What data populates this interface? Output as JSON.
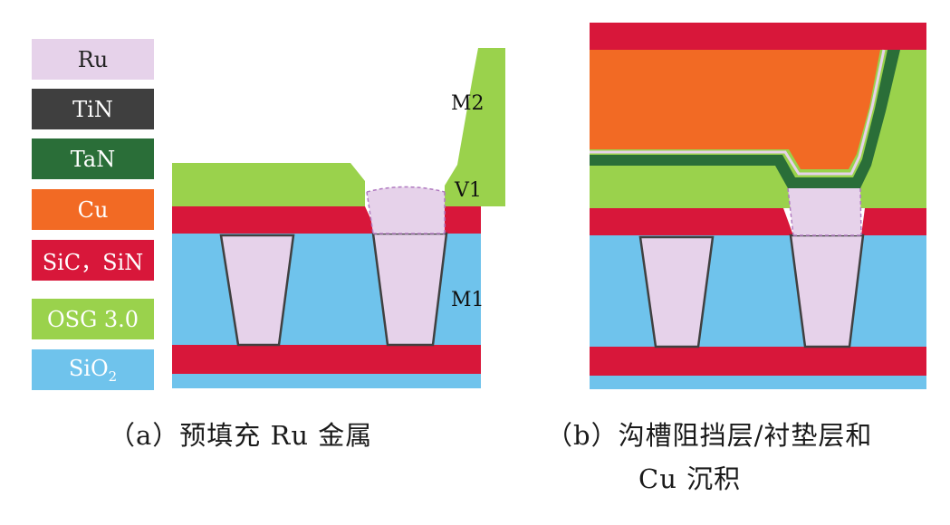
{
  "colors": {
    "ru": "#e6d2ea",
    "tin": "#3f3f3f",
    "tan": "#2a6e38",
    "cu": "#f26a24",
    "sic_sin": "#d8173a",
    "osg": "#9ad24c",
    "sio2": "#6fc3ec",
    "outline": "#404040"
  },
  "legend": [
    {
      "key": "ru",
      "label": "Ru",
      "sub": "",
      "color": "#e6d2ea",
      "text_color": "#222222"
    },
    {
      "key": "tin",
      "label": "TiN",
      "sub": "",
      "color": "#3f3f3f",
      "text_color": "#ffffff"
    },
    {
      "key": "tan",
      "label": "TaN",
      "sub": "",
      "color": "#2a6e38",
      "text_color": "#ffffff"
    },
    {
      "key": "cu",
      "label": "Cu",
      "sub": "",
      "color": "#f26a24",
      "text_color": "#ffffff"
    },
    {
      "key": "sic_sin",
      "label": "SiC，SiN",
      "sub": "",
      "color": "#d8173a",
      "text_color": "#ffffff"
    },
    {
      "key": "osg",
      "label": "OSG 3.0",
      "sub": "",
      "color": "#9ad24c",
      "text_color": "#ffffff"
    },
    {
      "key": "sio2",
      "label": "SiO",
      "sub": "2",
      "color": "#6fc3ec",
      "text_color": "#ffffff"
    }
  ],
  "panel_a": {
    "labels": {
      "m2": "M2",
      "v1": "V1",
      "m1": "M1"
    },
    "caption": "（a）预填充 Ru 金属"
  },
  "panel_b": {
    "caption_line1": "（b）沟槽阻挡层/衬垫层和",
    "caption_line2": "Cu 沉积"
  }
}
